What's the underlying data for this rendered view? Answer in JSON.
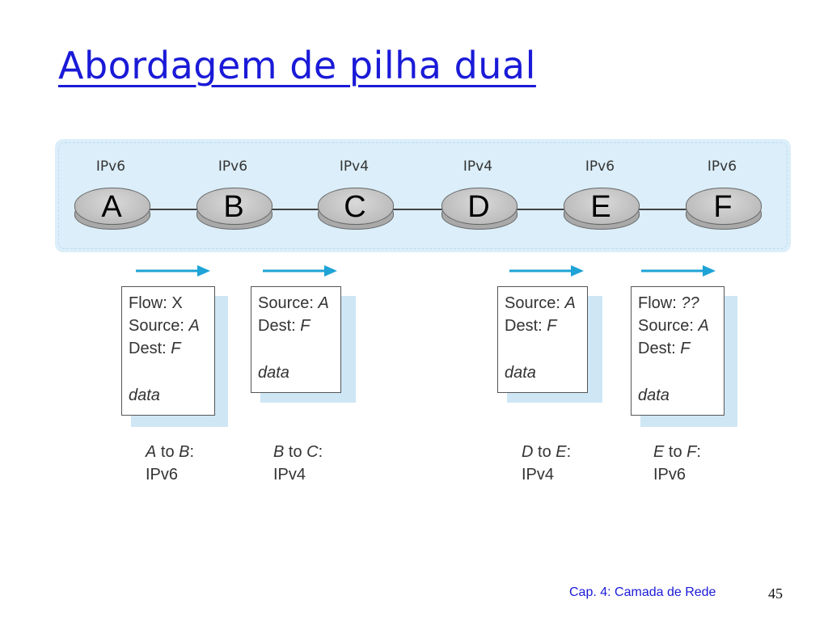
{
  "title": "Abordagem de pilha dual",
  "nodes": [
    {
      "letter": "A",
      "proto": "IPv6"
    },
    {
      "letter": "B",
      "proto": "IPv6"
    },
    {
      "letter": "C",
      "proto": "IPv4"
    },
    {
      "letter": "D",
      "proto": "IPv4"
    },
    {
      "letter": "E",
      "proto": "IPv6"
    },
    {
      "letter": "F",
      "proto": "IPv6"
    }
  ],
  "packets": [
    {
      "flow_label": "Flow:",
      "flow_value": "X",
      "source_label": "Source:",
      "source_value": "A",
      "dest_label": "Dest:",
      "dest_value": "F",
      "data": "data"
    },
    {
      "source_label": "Source:",
      "source_value": "A",
      "dest_label": "Dest:",
      "dest_value": "F",
      "data": "data"
    },
    {
      "source_label": "Source:",
      "source_value": "A",
      "dest_label": "Dest:",
      "dest_value": "F",
      "data": "data"
    },
    {
      "flow_label": "Flow:",
      "flow_value": "??",
      "source_label": "Source:",
      "source_value": "A",
      "dest_label": "Dest:",
      "dest_value": "F",
      "data": "data"
    }
  ],
  "segments": [
    {
      "from": "A",
      "to_word": "to",
      "to": "B",
      "colon": ":",
      "proto": "IPv6"
    },
    {
      "from": "B",
      "to_word": "to",
      "to": "C",
      "colon": ":",
      "proto": "IPv4"
    },
    {
      "from": "D",
      "to_word": "to",
      "to": "E",
      "colon": ":",
      "proto": "IPv4"
    },
    {
      "from": "E",
      "to_word": "to",
      "to": "F",
      "colon": ":",
      "proto": "IPv6"
    }
  ],
  "footer": "Cap. 4: Camada de Rede",
  "page_number": "45",
  "colors": {
    "title": "#1a1ad8",
    "band": "#dbeef9",
    "arrow": "#1ea3d6",
    "router": "#bdbdbd"
  }
}
